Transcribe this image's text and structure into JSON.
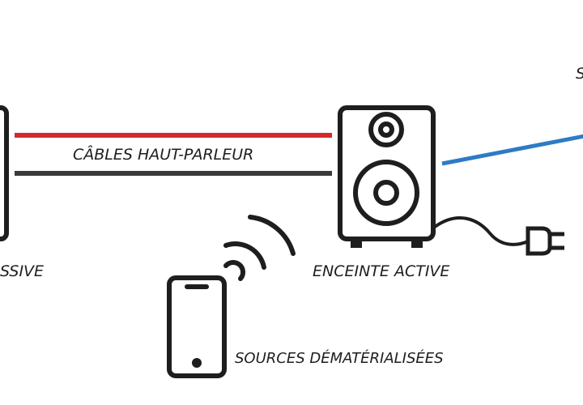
{
  "labels": {
    "speaker_cables": "CÂBLES HAUT-PARLEUR",
    "passive_speaker_partial": "SSIVE",
    "active_speaker": "ENCEINTE ACTIVE",
    "digital_sources": "SOURCES DÉMATÉRIALISÉES",
    "top_right_partial": "S"
  },
  "icons": {
    "passive_speaker": "passive-speaker-icon",
    "active_speaker": "active-speaker-icon",
    "smartphone": "smartphone-icon",
    "wireless": "wireless-signal-icon",
    "power_plug": "power-plug-icon"
  },
  "colors": {
    "red_cable": "#d42a2d",
    "black_cable": "#3a3a3a",
    "blue_cable": "#2e7bc4",
    "outline": "#1e1e1e"
  }
}
